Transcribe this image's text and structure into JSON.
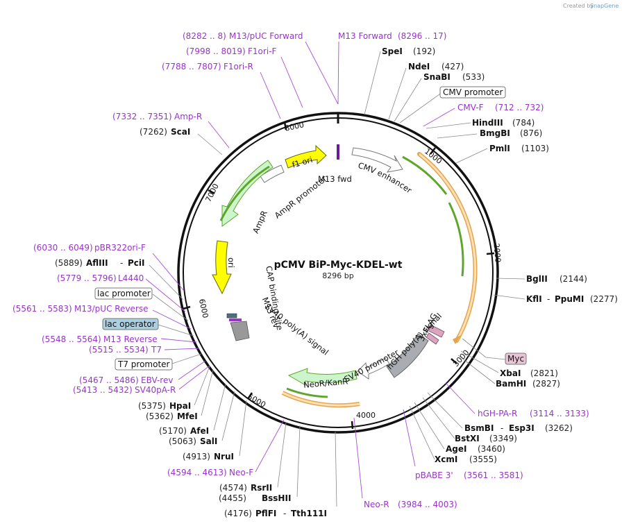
{
  "credit": {
    "prefix": "Created by",
    "app": "SnapGene"
  },
  "plasmid": {
    "name": "pCMV BiP-Myc-KDEL-wt",
    "length": "8296 bp"
  },
  "ticks": [
    "1000",
    "2000",
    "3000",
    "4000",
    "5000",
    "6000",
    "7000",
    "8000"
  ],
  "feature_labels": {
    "f1_ori": "f1 ori",
    "ampr_promoter": "AmpR promoter",
    "ampr": "AmpR",
    "ori": "ori",
    "cap_site": "CAP binding site",
    "m13_rev": "M13 rev",
    "m13_fwd": "M13 fwd",
    "cmv_enhancer": "CMV enhancer",
    "sv40_polya_signal": "SV40 poly(A) signal",
    "neor_kanr": "NeoR/KanR",
    "sv40_promoter": "SV40 promoter",
    "hgh_polya_signal": "hGH poly(A) signal",
    "flag": "3xFLAG"
  },
  "right_labels": {
    "spei": {
      "name": "SpeI",
      "pos": "(192)"
    },
    "ndei": {
      "name": "NdeI",
      "pos": "(427)"
    },
    "snabi": {
      "name": "SnaBI",
      "pos": "(533)"
    },
    "cmv_promoter": "CMV promoter",
    "cmv_f": {
      "name": "CMV-F",
      "pos": "(712 .. 732)"
    },
    "hindiii": {
      "name": "HindIII",
      "pos": "(784)"
    },
    "bmgbi": {
      "name": "BmgBI",
      "pos": "(876)"
    },
    "pmli": {
      "name": "PmlI",
      "pos": "(1103)"
    },
    "bglii": {
      "name": "BglII",
      "pos": "(2144)"
    },
    "kfli": {
      "name": "KflI",
      "sep": "-",
      "name2": "PpuMI",
      "pos": "(2277)"
    },
    "myc": "Myc",
    "xbai": {
      "name": "XbaI",
      "pos": "(2821)"
    },
    "bamhi": {
      "name": "BamHI",
      "pos": "(2827)"
    },
    "hgh_pa_r": {
      "name": "hGH-PA-R",
      "pos": "(3114 .. 3133)"
    },
    "bsmbi": {
      "name": "BsmBI",
      "sep": "-",
      "name2": "Esp3I",
      "pos": "(3262)"
    },
    "bstxi": {
      "name": "BstXI",
      "pos": "(3349)"
    },
    "agei": {
      "name": "AgeI",
      "pos": "(3460)"
    },
    "xcmi": {
      "name": "XcmI",
      "pos": "(3555)"
    },
    "pbabe3": {
      "name": "pBABE 3'",
      "pos": "(3561 .. 3581)"
    },
    "neo_r": {
      "name": "Neo-R",
      "pos": "(3984 .. 4003)"
    }
  },
  "left_labels": {
    "m13_puc_fwd": {
      "name": "M13/pUC Forward",
      "pos": "(8282 .. 8)"
    },
    "m13_fwd": {
      "name": "M13 Forward",
      "pos": "(8296 .. 17)"
    },
    "f1ori_f": {
      "name": "F1ori-F",
      "pos": "(7998 .. 8019)"
    },
    "f1ori_r": {
      "name": "F1ori-R",
      "pos": "(7788 .. 7807)"
    },
    "amp_r": {
      "name": "Amp-R",
      "pos": "(7332 .. 7351)"
    },
    "scai": {
      "name": "ScaI",
      "pos": "(7262)"
    },
    "pbr322ori_f": {
      "name": "pBR322ori-F",
      "pos": "(6030 .. 6049)"
    },
    "aflii": {
      "name": "AflIII",
      "sep": "-",
      "name2": "PciI",
      "pos": "(5889)"
    },
    "l4440": {
      "name": "L4440",
      "pos": "(5779 .. 5796)"
    },
    "lac_promoter": "lac promoter",
    "m13_puc_rev": {
      "name": "M13/pUC Reverse",
      "pos": "(5561 .. 5583)"
    },
    "lac_operator": "lac operator",
    "m13_reverse": {
      "name": "M13 Reverse",
      "pos": "(5548 .. 5564)"
    },
    "t7": {
      "name": "T7",
      "pos": "(5515 .. 5534)"
    },
    "t7_promoter": "T7 promoter",
    "ebv_rev": {
      "name": "EBV-rev",
      "pos": "(5467 .. 5486)"
    },
    "sv40pa_r": {
      "name": "SV40pA-R",
      "pos": "(5413 .. 5432)"
    },
    "hpai": {
      "name": "HpaI",
      "pos": "(5375)"
    },
    "mfei": {
      "name": "MfeI",
      "pos": "(5362)"
    },
    "afei": {
      "name": "AfeI",
      "pos": "(5170)"
    },
    "sali": {
      "name": "SalI",
      "pos": "(5063)"
    },
    "nrui": {
      "name": "NruI",
      "pos": "(4913)"
    },
    "neo_f": {
      "name": "Neo-F",
      "pos": "(4594 .. 4613)"
    },
    "rsrii": {
      "name": "RsrII",
      "pos": "(4574)"
    },
    "bsshii": {
      "name": "BssHII",
      "pos": "(4455)"
    },
    "pflfi": {
      "name": "PflFI",
      "sep": "-",
      "name2": "Tth111I",
      "pos": "(4176)"
    }
  },
  "colors": {
    "backbone": "#111111",
    "primer": "#9933cc",
    "cmv_promoter_fill": "#ffffff",
    "f1_ori_fill": "#ffff00",
    "ori_fill": "#ffff00",
    "ampr_fill": "#ccf5cc",
    "neor_fill": "#ccf5cc",
    "sv40_fill": "#ffffff",
    "hgh_fill": "#999999",
    "orf_orange": "#e5a54a",
    "orf_green": "#5fa52a",
    "lac_operator_fill": "#a9cfe0",
    "myc_fill": "#e8c4d6"
  }
}
